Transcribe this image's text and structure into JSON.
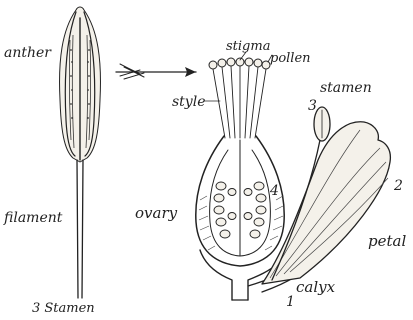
{
  "diagram": {
    "left_specimen": {
      "labels": {
        "anther": "anther",
        "filament": "filament",
        "caption": "3 Stamen"
      }
    },
    "right_specimen": {
      "labels": {
        "stigma": "stigma",
        "pollen": "pollen",
        "style": "style",
        "ovary": "ovary",
        "stamen": "stamen",
        "petal": "petal",
        "calyx": "calyx"
      },
      "numbers": {
        "n1": "1",
        "n2": "2",
        "n3": "3",
        "n4": "4"
      }
    },
    "colors": {
      "ink": "#222222",
      "paper": "#ffffff"
    }
  }
}
